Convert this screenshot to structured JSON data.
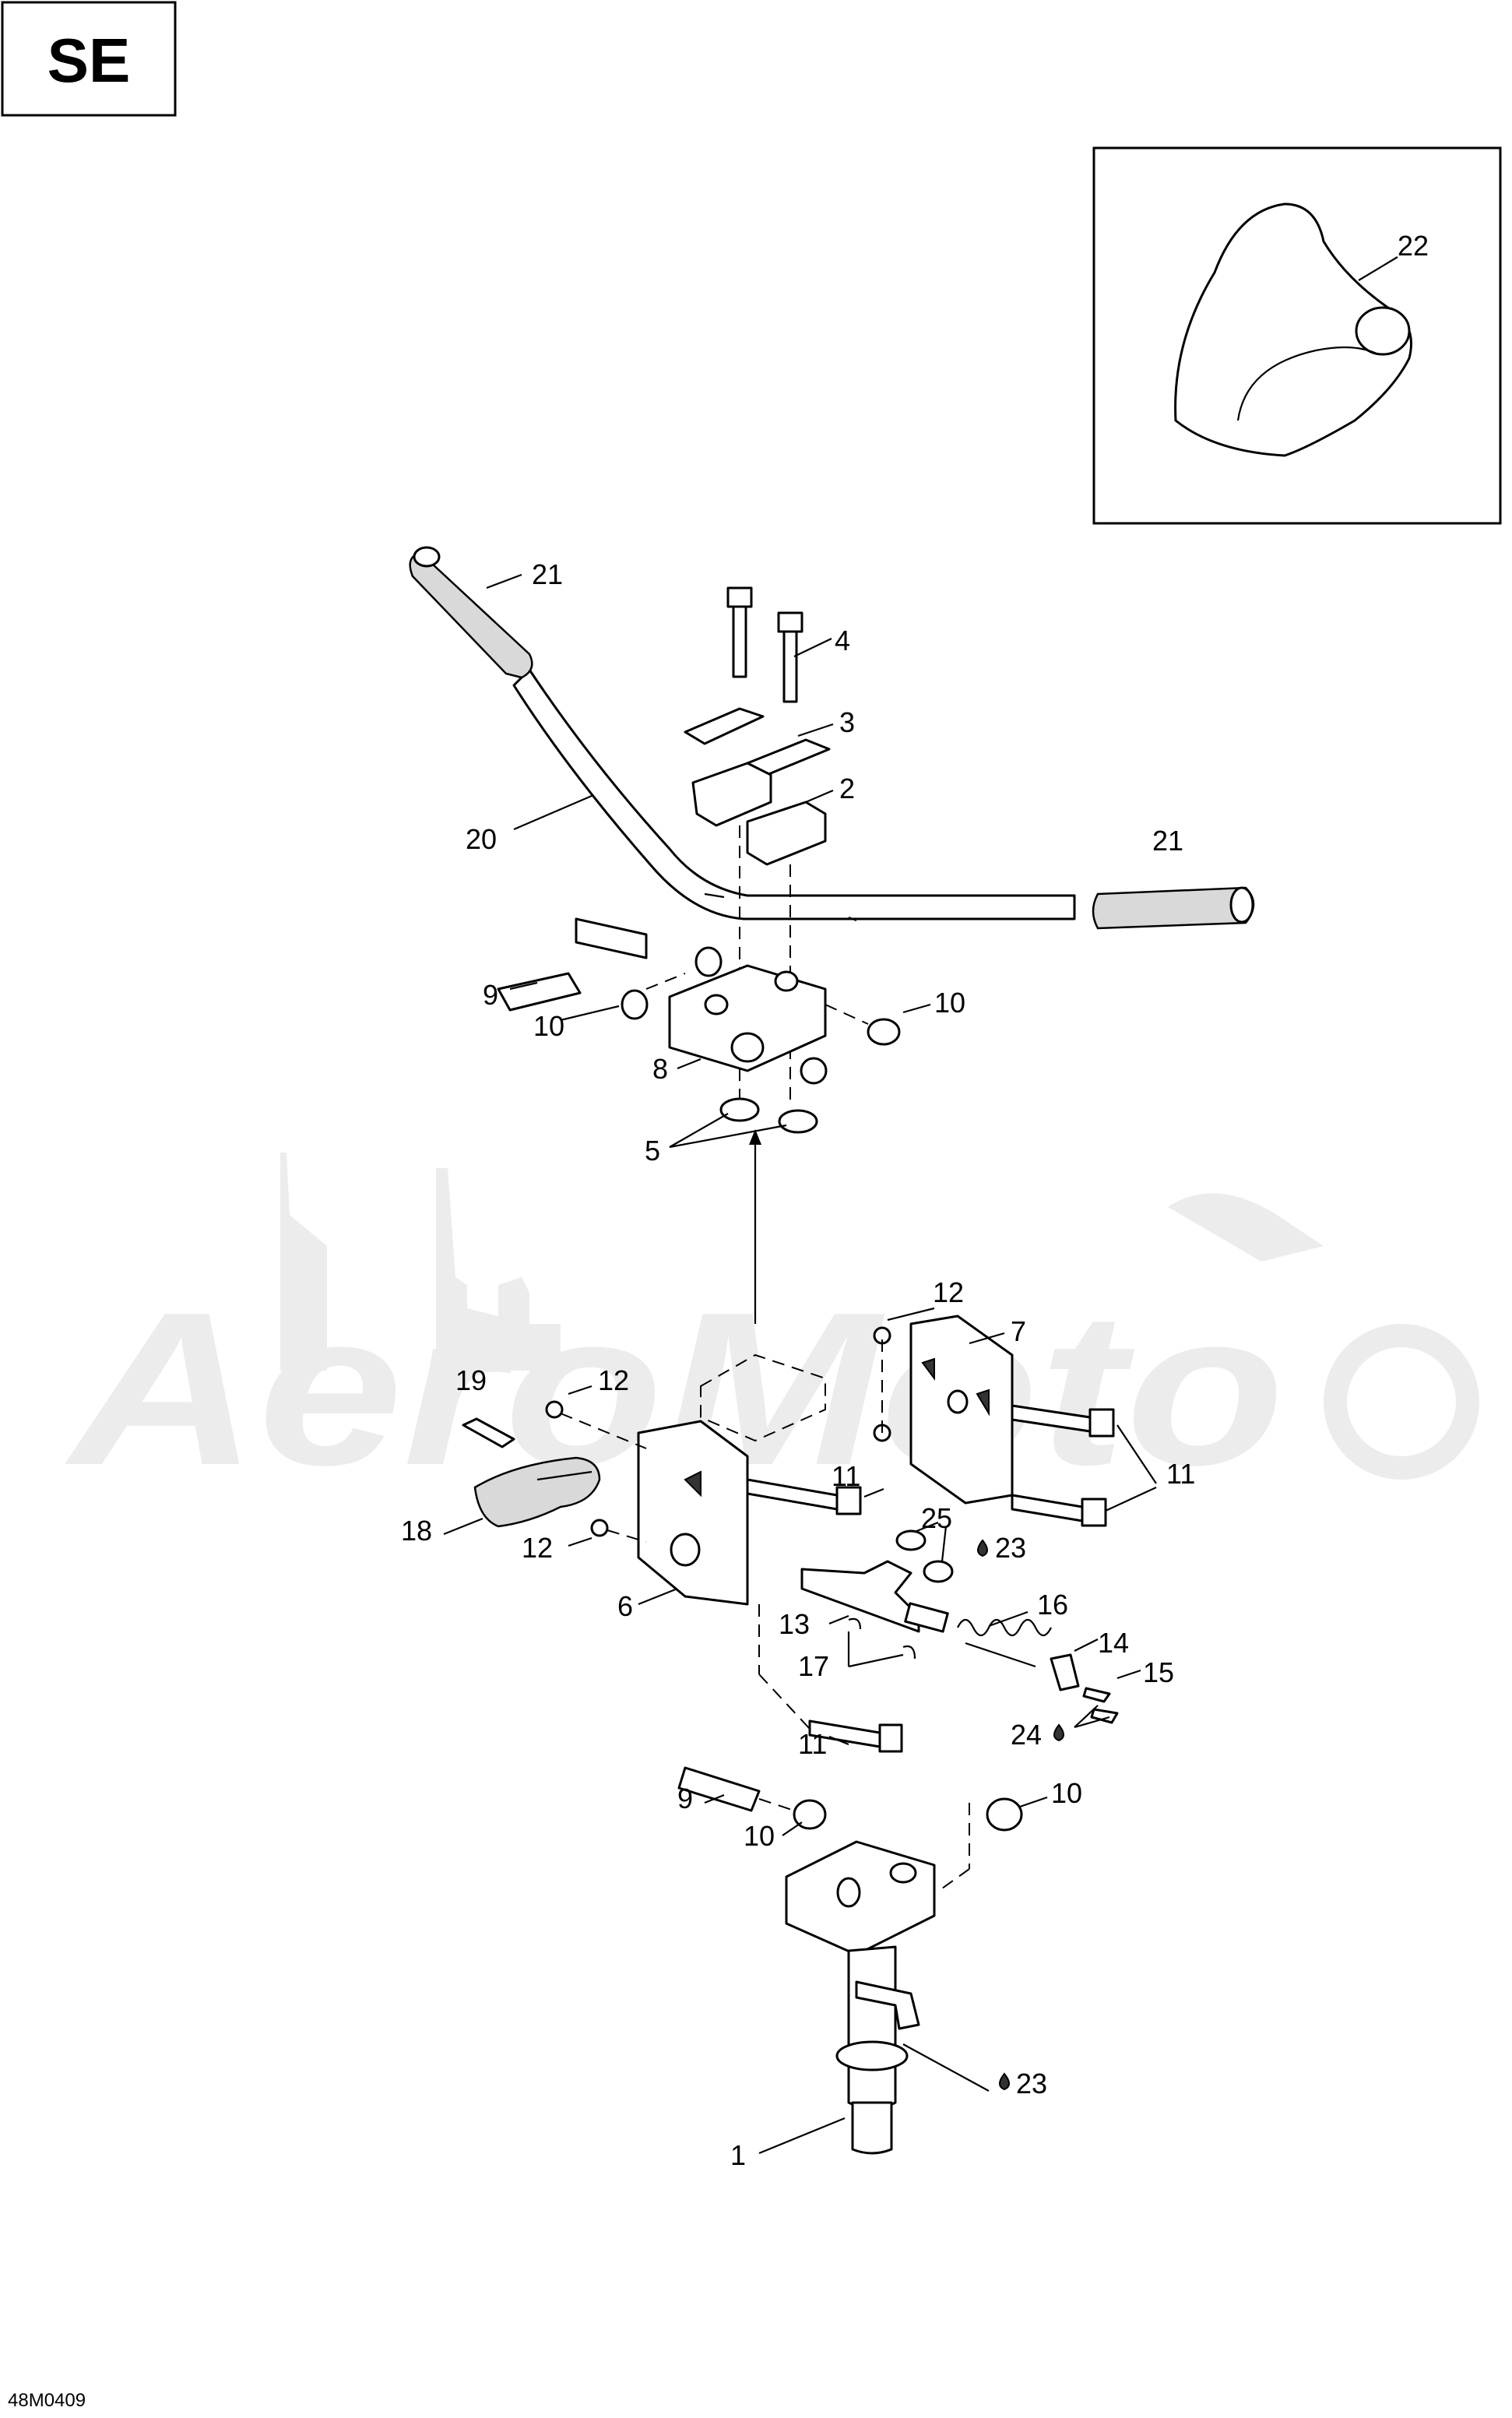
{
  "section_label": "SE",
  "drawing_code": "48M0409",
  "watermark_text": "AeroMoto",
  "callouts": {
    "c22": "22",
    "c21_top": "21",
    "c21_right": "21",
    "c4": "4",
    "c3": "3",
    "c2": "2",
    "c20": "20",
    "c9_top": "9",
    "c10_a": "10",
    "c10_b": "10",
    "c8": "8",
    "c5": "5",
    "c12_a": "12",
    "c7": "7",
    "c19": "19",
    "c12_b": "12",
    "c11_a": "11",
    "c11_b": "11",
    "c18": "18",
    "c12_c": "12",
    "c25": "25",
    "c23_a": "23",
    "c6": "6",
    "c16": "16",
    "c13": "13",
    "c14": "14",
    "c17": "17",
    "c15": "15",
    "c11_c": "11",
    "c24": "24",
    "c9_bottom": "9",
    "c10_c": "10",
    "c10_d": "10",
    "c1": "1",
    "c23_b": "23"
  },
  "colors": {
    "line": "#000000",
    "watermark": "#ececec",
    "part_shade": "#d9d9d9"
  }
}
